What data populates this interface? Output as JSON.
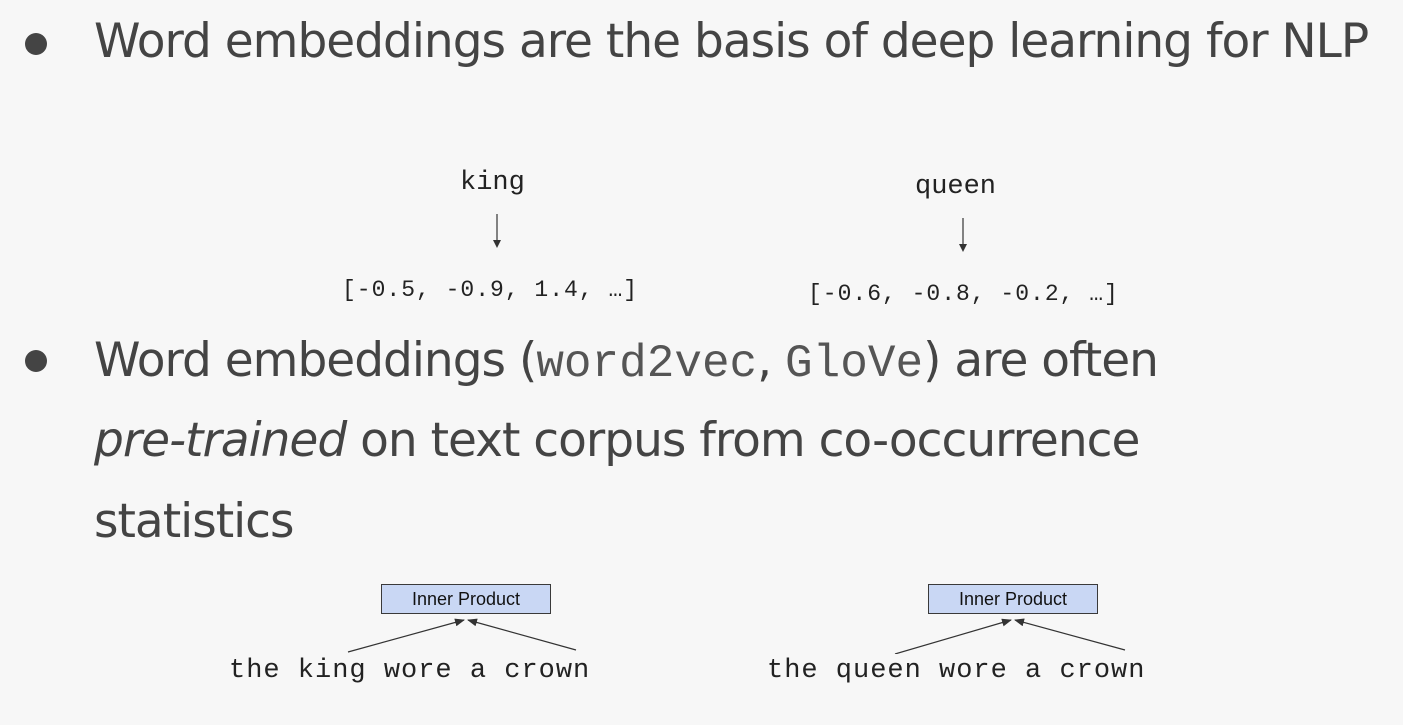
{
  "bullet1": {
    "text": "Word embeddings are the basis of deep learning  for NLP"
  },
  "examples": [
    {
      "word": "king",
      "vector": "[-0.5, -0.9, 1.4, …]"
    },
    {
      "word": "queen",
      "vector": "[-0.6, -0.8, -0.2, …]"
    }
  ],
  "bullet2": {
    "part1": "Word embeddings (",
    "code1": "word2vec",
    "sep": ", ",
    "code2": "GloVe",
    "part2": ") are often",
    "italic": "pre-trained",
    "part3": " on text corpus from co-occurrence",
    "part4": "statistics"
  },
  "inner_product": [
    {
      "label": "Inner Product",
      "sentence": "the king wore a crown"
    },
    {
      "label": "Inner Product",
      "sentence": "the queen wore a crown"
    }
  ]
}
